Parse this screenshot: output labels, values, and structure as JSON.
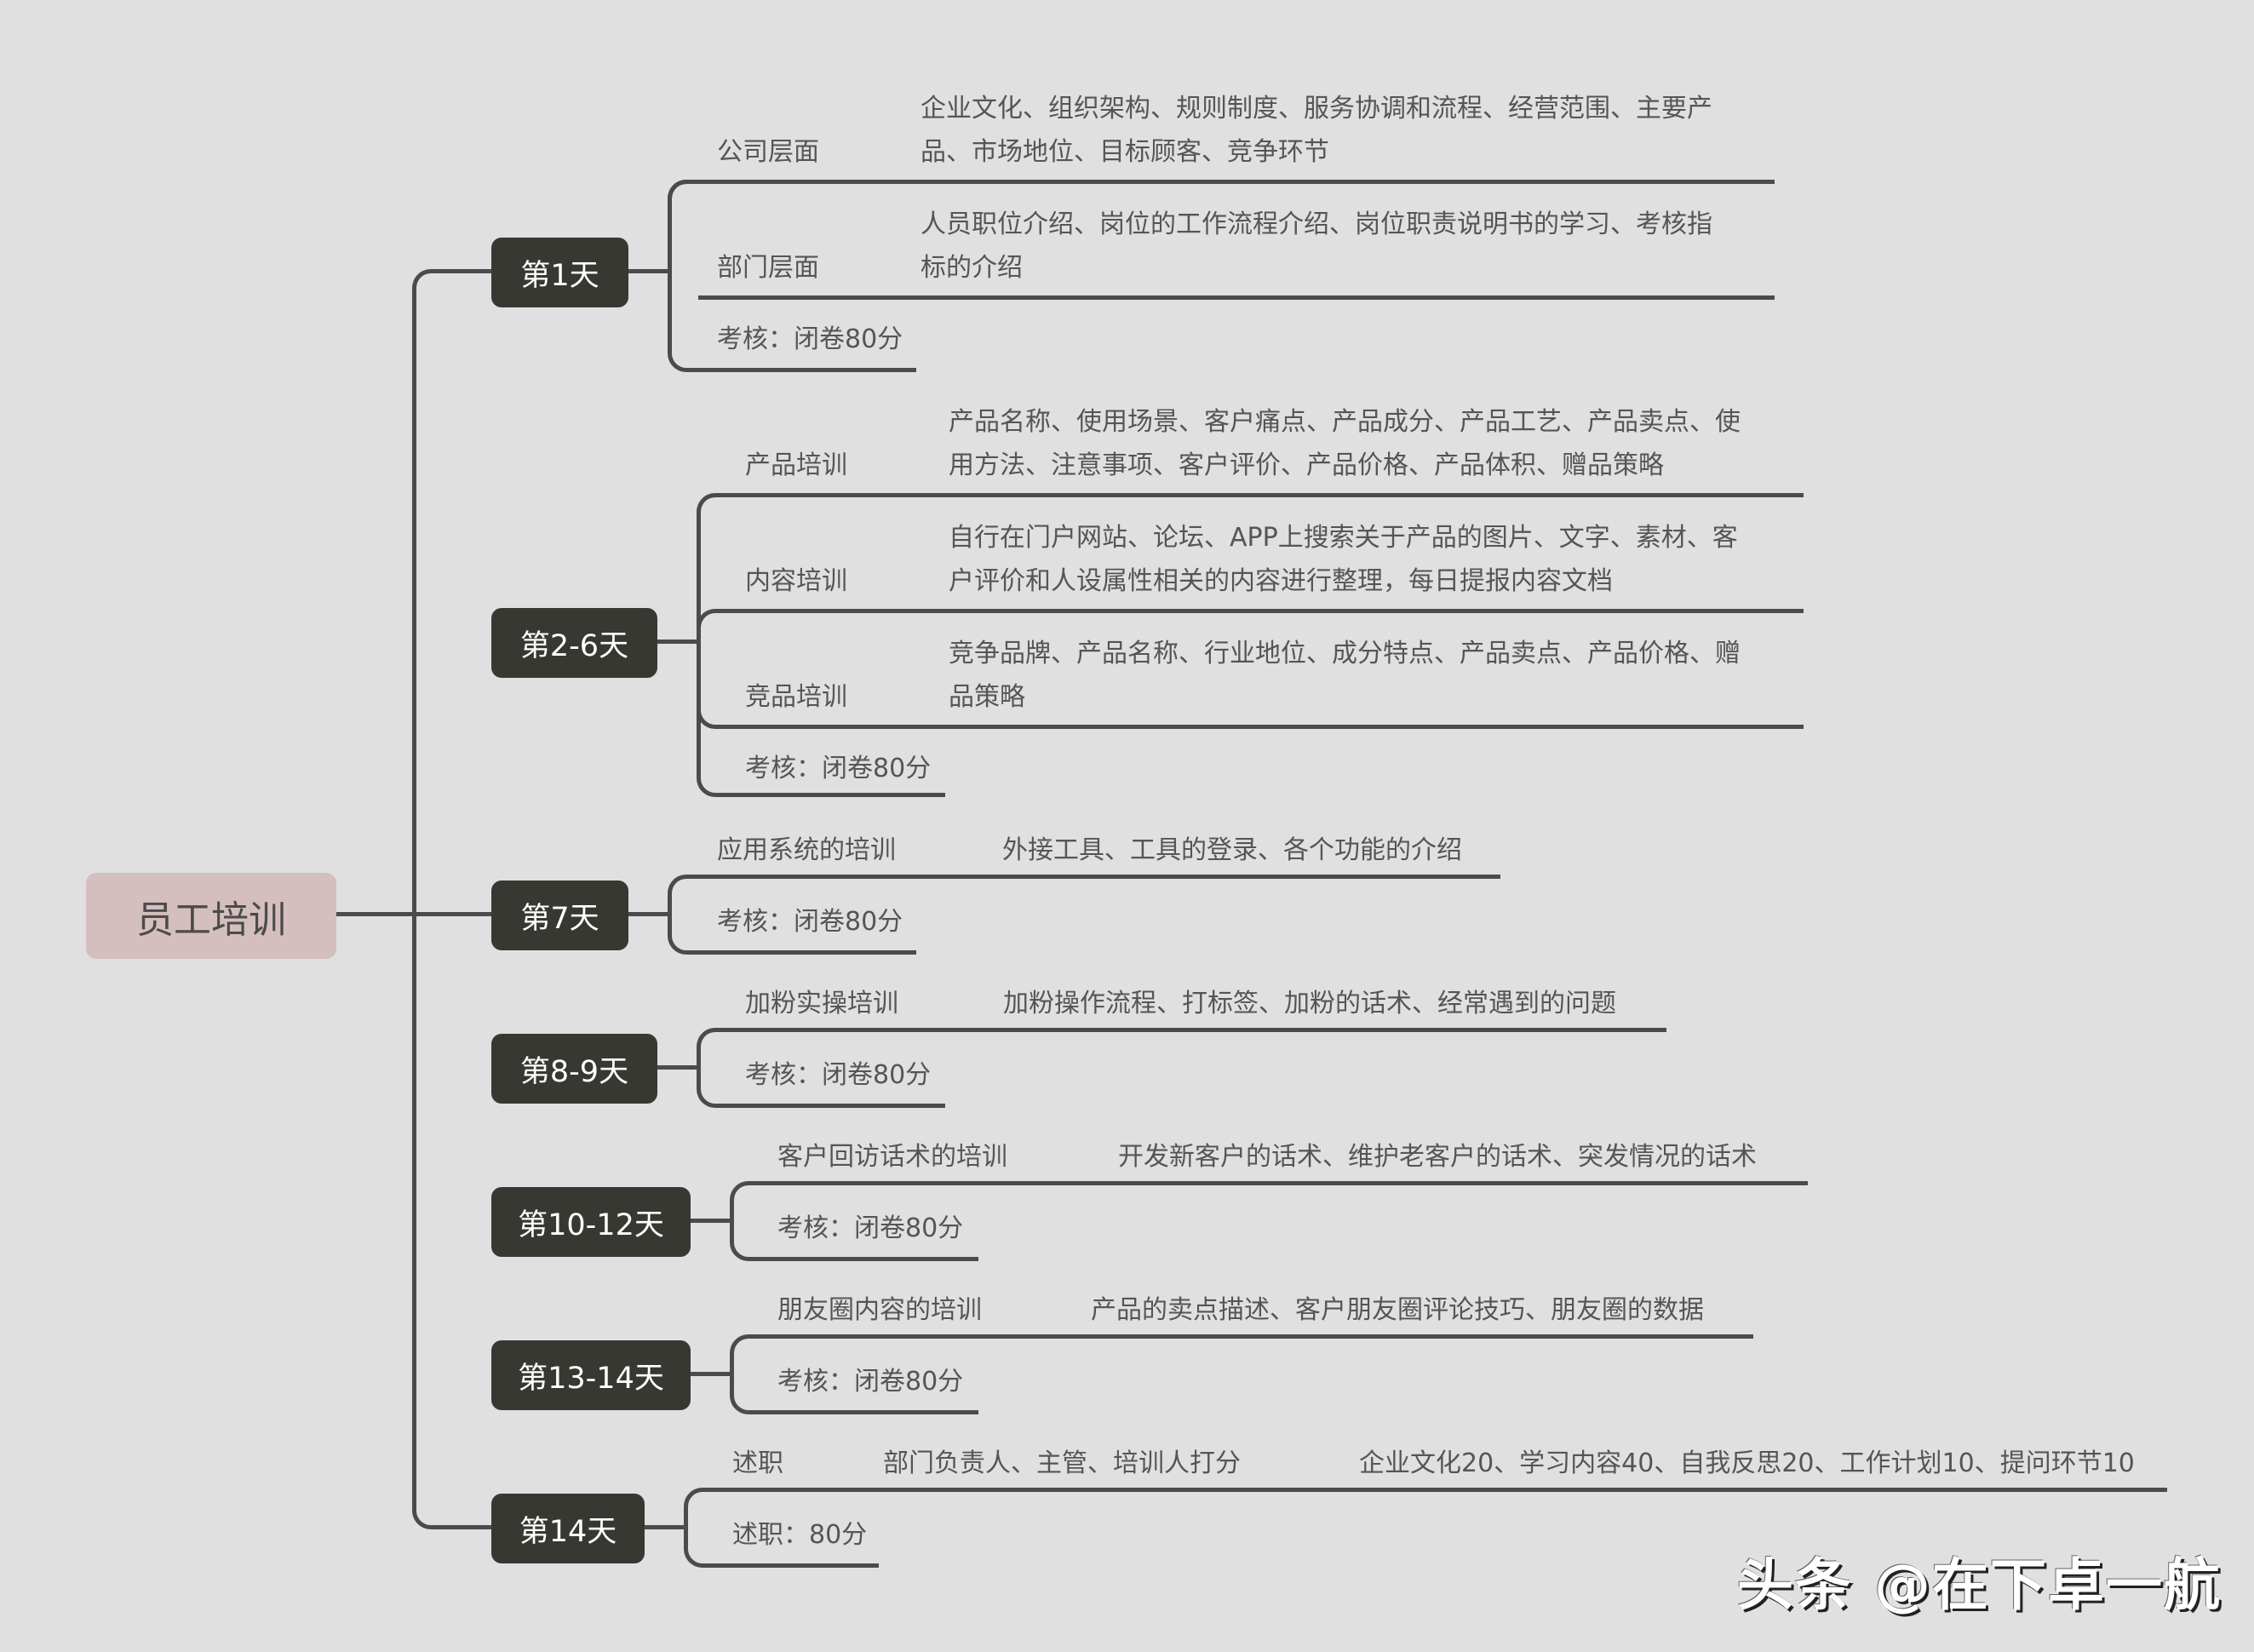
{
  "root": {
    "label": "员工培训"
  },
  "days": [
    {
      "label": "第1天",
      "topics": [
        {
          "name": "公司层面",
          "detail_lines": [
            "企业文化、组织架构、规则制度、服务协调和流程、经营范围、主要产",
            "品、市场地位、目标顾客、竞争环节"
          ]
        },
        {
          "name": "部门层面",
          "detail_lines": [
            "人员职位介绍、岗位的工作流程介绍、岗位职责说明书的学习、考核指",
            "标的介绍"
          ]
        }
      ],
      "assessment": "考核：闭卷80分"
    },
    {
      "label": "第2-6天",
      "topics": [
        {
          "name": "产品培训",
          "detail_lines": [
            "产品名称、使用场景、客户痛点、产品成分、产品工艺、产品卖点、使",
            "用方法、注意事项、客户评价、产品价格、产品体积、赠品策略"
          ]
        },
        {
          "name": "内容培训",
          "detail_lines": [
            "自行在门户网站、论坛、APP上搜索关于产品的图片、文字、素材、客",
            "户评价和人设属性相关的内容进行整理，每日提报内容文档"
          ]
        },
        {
          "name": "竞品培训",
          "detail_lines": [
            "竞争品牌、产品名称、行业地位、成分特点、产品卖点、产品价格、赠",
            "品策略"
          ]
        }
      ],
      "assessment": "考核：闭卷80分"
    },
    {
      "label": "第7天",
      "topics": [
        {
          "name": "应用系统的培训",
          "detail": "外接工具、工具的登录、各个功能的介绍"
        }
      ],
      "assessment": "考核：闭卷80分"
    },
    {
      "label": "第8-9天",
      "topics": [
        {
          "name": "加粉实操培训",
          "detail": "加粉操作流程、打标签、加粉的话术、经常遇到的问题"
        }
      ],
      "assessment": "考核：闭卷80分"
    },
    {
      "label": "第10-12天",
      "topics": [
        {
          "name": "客户回访话术的培训",
          "detail": "开发新客户的话术、维护老客户的话术、突发情况的话术"
        }
      ],
      "assessment": "考核：闭卷80分"
    },
    {
      "label": "第13-14天",
      "topics": [
        {
          "name": "朋友圈内容的培训",
          "detail": "产品的卖点描述、客户朋友圈评论技巧、朋友圈的数据"
        }
      ],
      "assessment": "考核：闭卷80分"
    },
    {
      "label": "第14天",
      "topics": [
        {
          "name": "述职",
          "detail": "部门负责人、主管、培训人打分",
          "detail2": "企业文化20、学习内容40、自我反思20、工作计划10、提问环节10"
        }
      ],
      "assessment": "述职：80分"
    }
  ],
  "watermark": "头条 @在下卓一航",
  "colors": {
    "background": "#e0e0e0",
    "root_fill": "#d4bfbe",
    "day_fill": "#383833",
    "line": "#4b4b4b",
    "text": "#555555"
  }
}
